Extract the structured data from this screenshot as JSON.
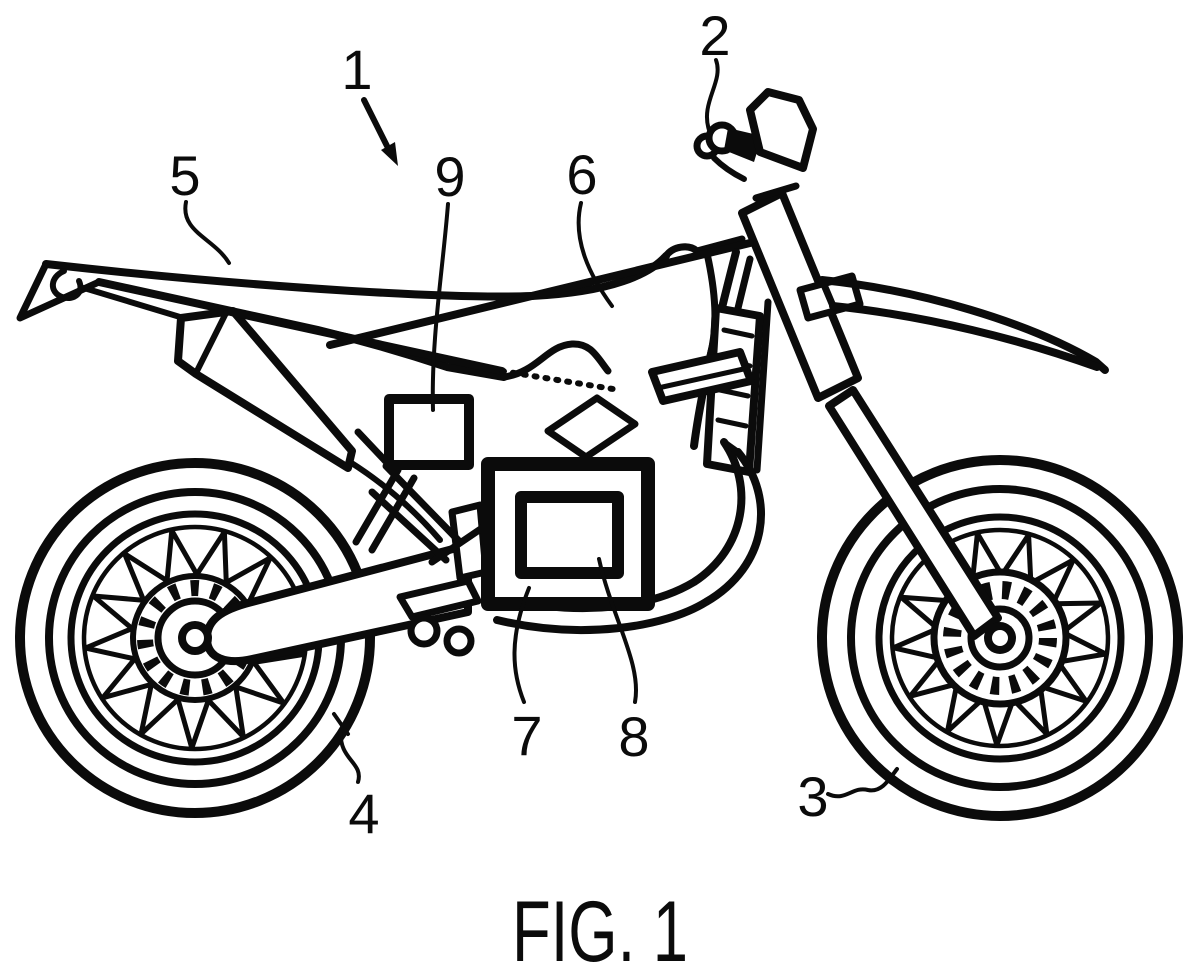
{
  "figure": {
    "caption": "FIG. 1",
    "labels": [
      "1",
      "2",
      "3",
      "4",
      "5",
      "6",
      "7",
      "8",
      "9"
    ],
    "ink_color": "#0b0b0b",
    "background_color": "#ffffff"
  }
}
